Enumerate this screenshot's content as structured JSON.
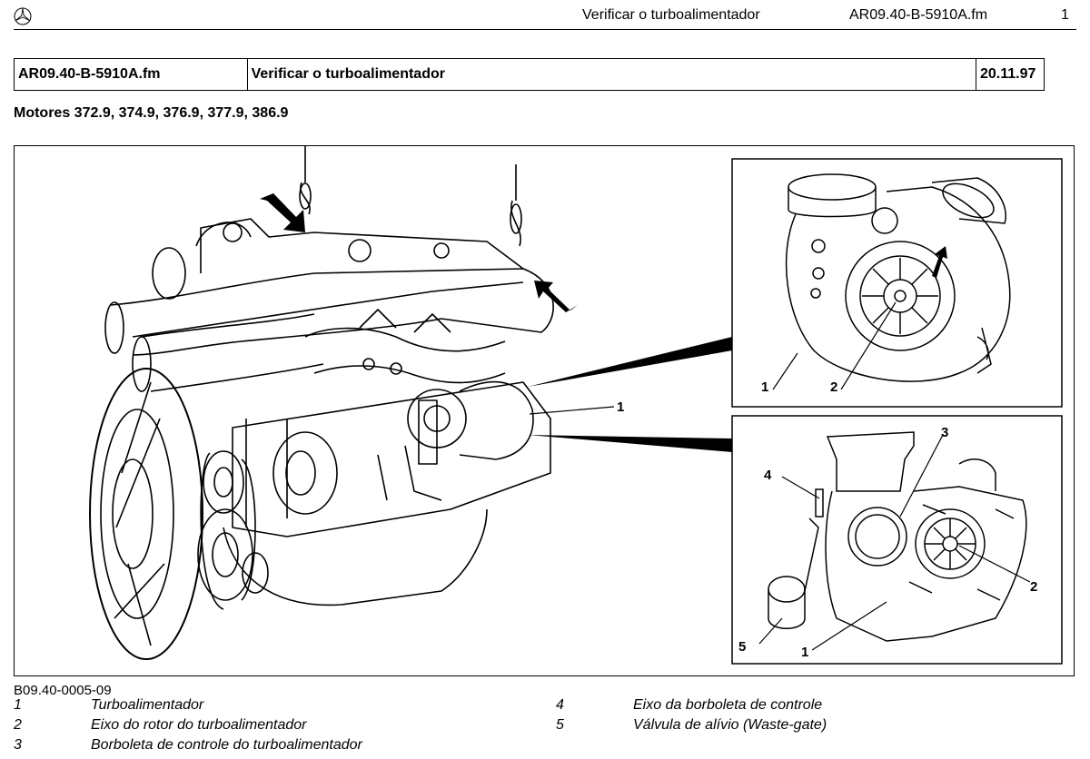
{
  "header": {
    "title": "Verificar o turboalimentador",
    "file": "AR09.40-B-5910A.fm",
    "page": "1",
    "logo_icon": "three-pointed-star-icon"
  },
  "info_table": {
    "file": "AR09.40-B-5910A.fm",
    "title": "Verificar o turboalimentador",
    "date": "20.11.97"
  },
  "subtitle": "Motores 372.9, 374.9, 376.9, 377.9, 386.9",
  "figure": {
    "code": "B09.40-0005-09",
    "main_callouts": [
      "1"
    ],
    "detail_top_callouts": [
      "1",
      "2"
    ],
    "detail_bottom_callouts": [
      "3",
      "4",
      "2",
      "5",
      "1"
    ],
    "arrow_icons": [
      "arrow-icon",
      "arrow-icon",
      "arrow-icon"
    ]
  },
  "legend": [
    {
      "num": "1",
      "text": "Turboalimentador"
    },
    {
      "num": "2",
      "text": "Eixo do rotor do turboalimentador"
    },
    {
      "num": "3",
      "text": "Borboleta de controle do turboalimentador"
    },
    {
      "num": "4",
      "text": "Eixo da borboleta de controle"
    },
    {
      "num": "5",
      "text": "Válvula de alívio (Waste-gate)"
    }
  ]
}
